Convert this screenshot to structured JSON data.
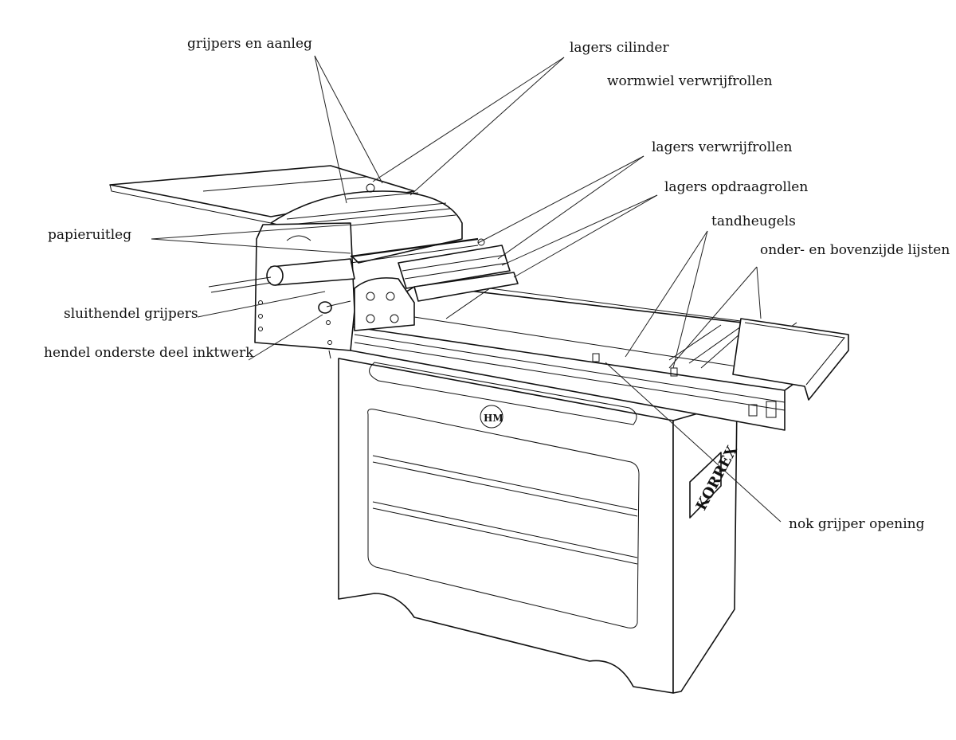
{
  "labels": {
    "grijpers_en_aanleg": "grijpers en aanleg",
    "lagers_cilinder": "lagers cilinder",
    "wormwiel_verwrijfrollen": "wormwiel verwrijfrollen",
    "lagers_verwrijfrollen": "lagers verwrijfrollen",
    "lagers_opdraagrollen": "lagers opdraagrollen",
    "tandheugels": "tandheugels",
    "onder_en_bovenzijde_lijsten": "onder- en bovenzijde lijsten",
    "papieruitleg": "papieruitleg",
    "sluithendel_grijpers": "sluithendel grijpers",
    "hendel_onderste_deel_inktwerk": "hendel onderste deel inktwerk",
    "nok_grijper_opening": "nok grijper opening"
  },
  "machine": {
    "brand_plate": "KORREX",
    "emblem": "HM"
  }
}
